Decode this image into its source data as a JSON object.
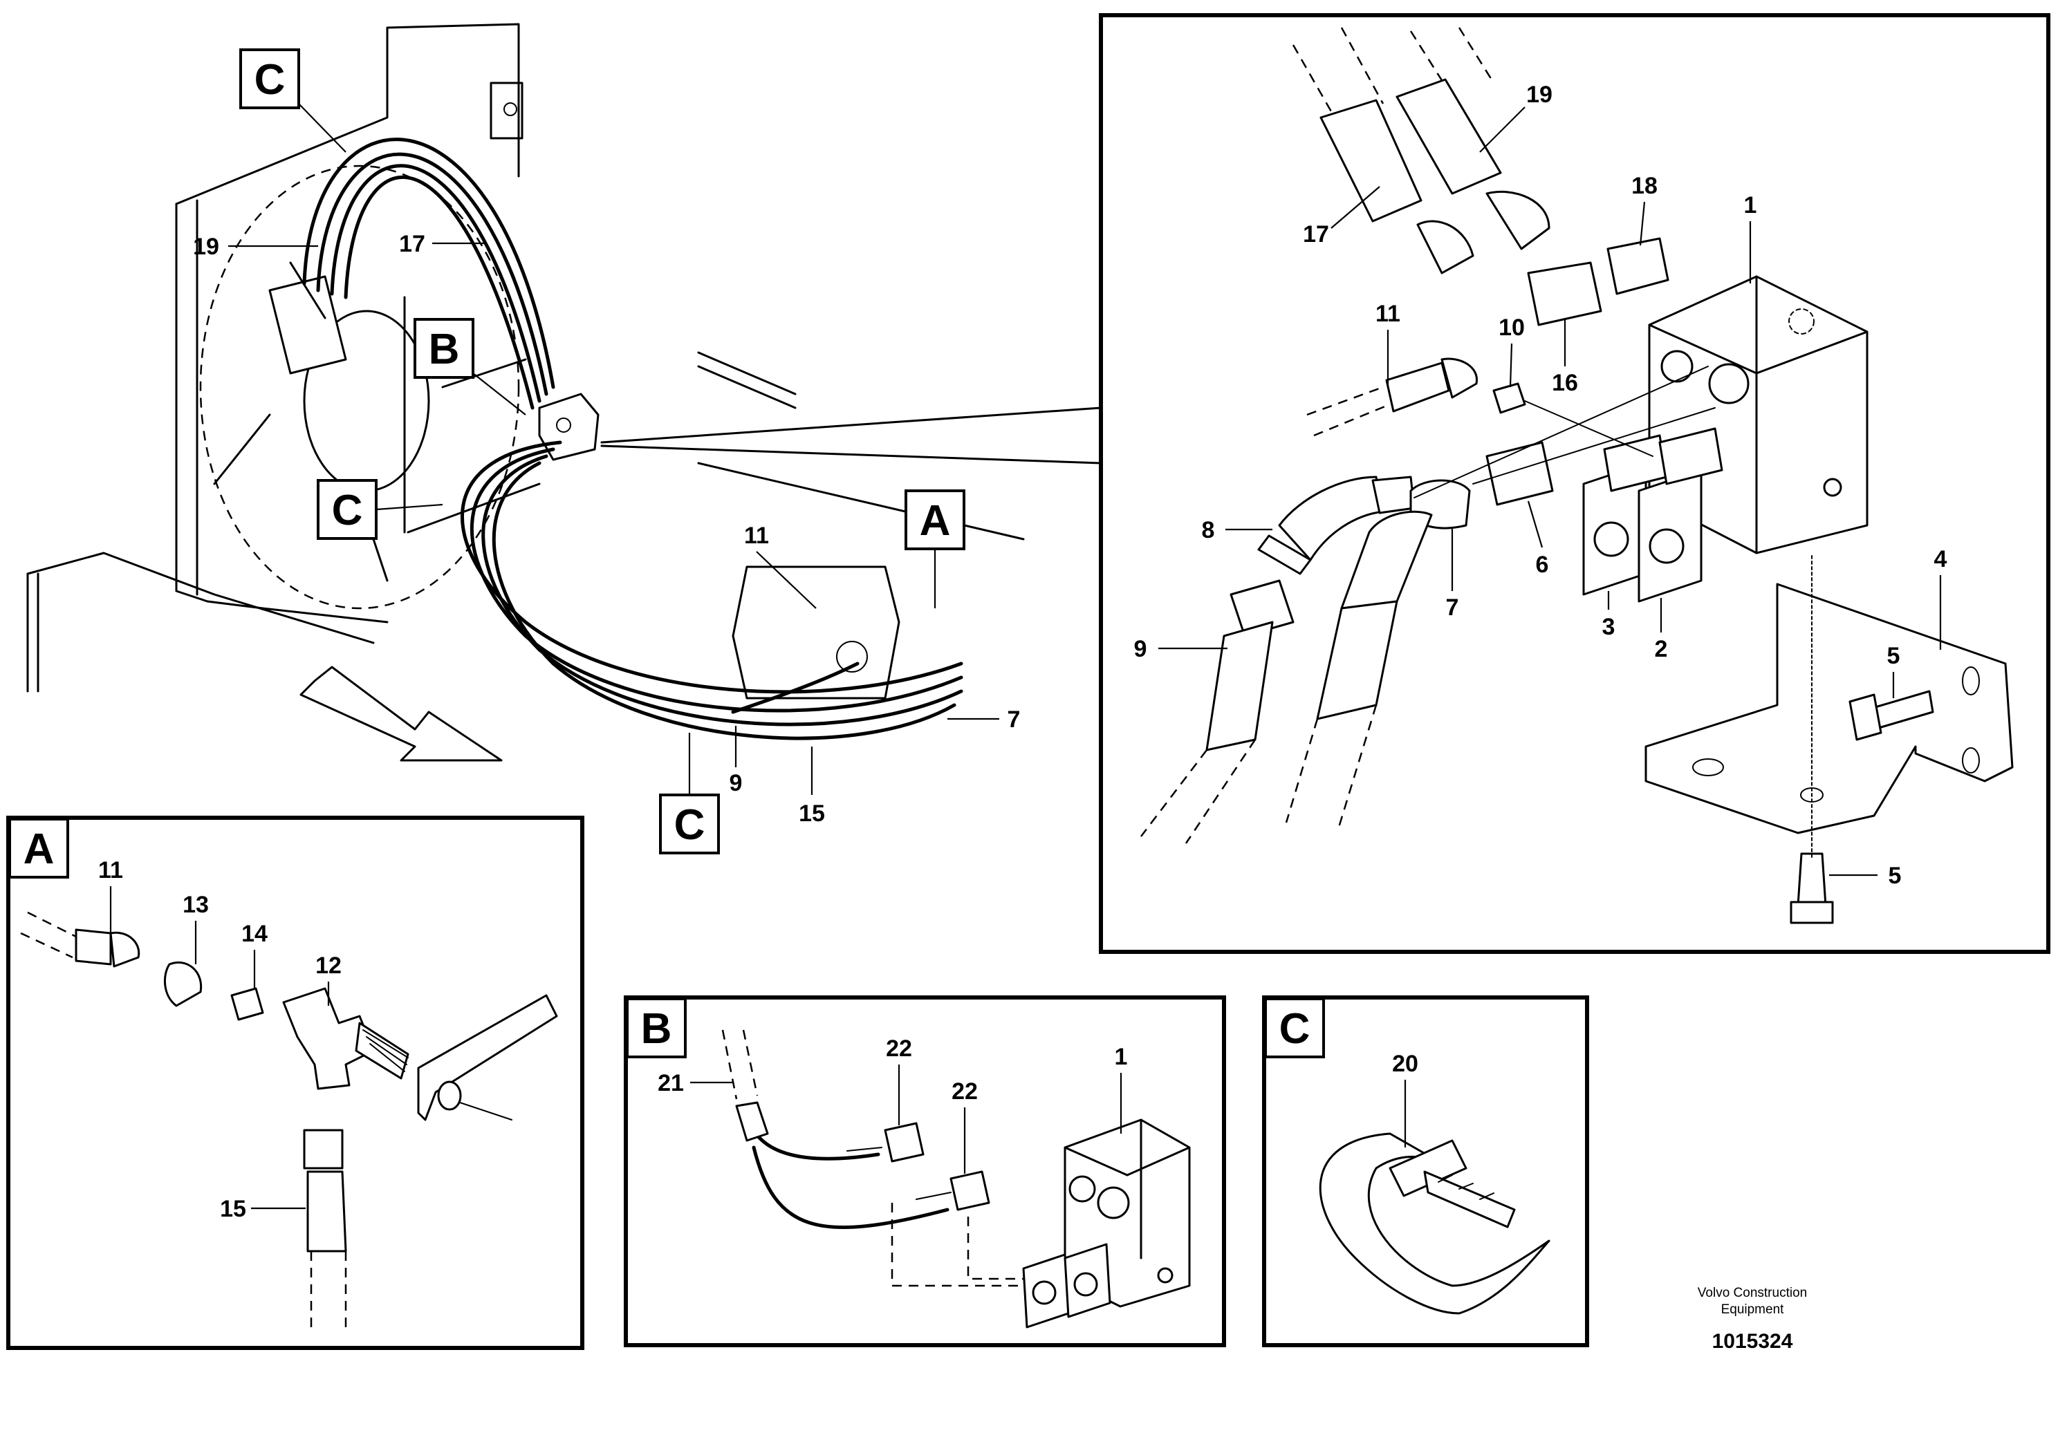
{
  "views": {
    "A": {
      "letter": "A"
    },
    "B": {
      "letter": "B"
    },
    "C": {
      "letter": "C"
    }
  },
  "overview_tags": [
    "C",
    "B",
    "C",
    "A",
    "C"
  ],
  "overview_callouts": [
    "19",
    "17",
    "11",
    "7",
    "9",
    "15"
  ],
  "detail_callouts": [
    "19",
    "17",
    "18",
    "1",
    "11",
    "10",
    "16",
    "8",
    "9",
    "7",
    "6",
    "3",
    "2",
    "4",
    "5",
    "5"
  ],
  "view_a_callouts": [
    "11",
    "13",
    "14",
    "12",
    "15"
  ],
  "view_b_callouts": [
    "21",
    "22",
    "22",
    "1"
  ],
  "view_c_callouts": [
    "20"
  ],
  "caption": {
    "line1": "Volvo Construction",
    "line2": "Equipment",
    "doc_number": "1015324"
  }
}
